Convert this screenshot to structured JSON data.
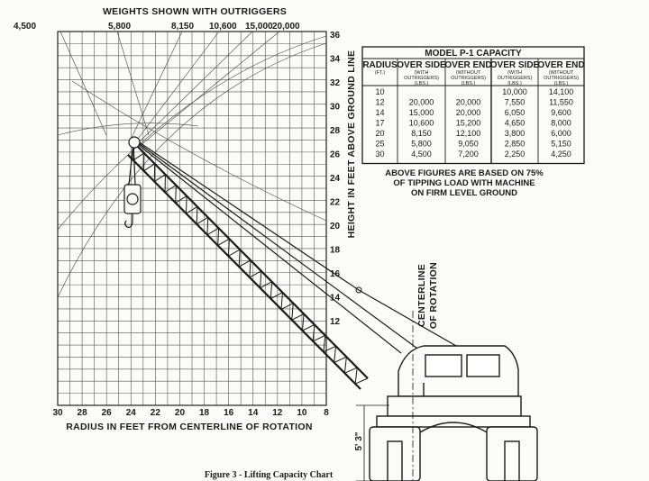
{
  "chart_title": "WEIGHTS SHOWN WITH OUTRIGGERS",
  "top_weights": [
    "4,500",
    "5,800",
    "8,150",
    "10,600",
    "15,000",
    "20,000"
  ],
  "x_ticks": [
    "30",
    "28",
    "26",
    "24",
    "22",
    "20",
    "18",
    "16",
    "14",
    "12",
    "10",
    "8"
  ],
  "y_ticks": [
    "12",
    "14",
    "16",
    "18",
    "20",
    "22",
    "24",
    "26",
    "28",
    "30",
    "32",
    "34",
    "36"
  ],
  "x_axis_label": "RADIUS IN FEET FROM CENTERLINE OF ROTATION",
  "y_axis_label": "HEIGHT IN FEET ABOVE GROUND LINE",
  "centerline_label_1": "CENTERLINE",
  "centerline_label_2": "OF ROTATION",
  "height_dim": "5' 3\"",
  "table": {
    "title": "MODEL P-1 CAPACITY",
    "headers": [
      {
        "main": "RADIUS",
        "sub1": "(FT.)",
        "sub2": "",
        "sub3": ""
      },
      {
        "main": "OVER SIDE",
        "sub1": "(WITH",
        "sub2": "OUTRIGGERS)",
        "sub3": "(LBS.)"
      },
      {
        "main": "OVER END",
        "sub1": "(WITHOUT",
        "sub2": "OUTRIGGERS)",
        "sub3": "(LBS.)"
      },
      {
        "main": "OVER SIDE",
        "sub1": "(WITH",
        "sub2": "OUTRIGGERS)",
        "sub3": "(LBS.)"
      },
      {
        "main": "OVER END",
        "sub1": "(WITHOUT",
        "sub2": "OUTRIGGERS)",
        "sub3": "(LBS.)"
      }
    ],
    "rows": [
      [
        "10",
        "",
        "",
        "10,000",
        "14,100"
      ],
      [
        "12",
        "20,000",
        "20,000",
        "7,550",
        "11,550"
      ],
      [
        "14",
        "15,000",
        "20,000",
        "6,050",
        "9,600"
      ],
      [
        "17",
        "10,600",
        "15,200",
        "4,650",
        "8,000"
      ],
      [
        "20",
        "8,150",
        "12,100",
        "3,800",
        "6,000"
      ],
      [
        "25",
        "5,800",
        "9,050",
        "2,850",
        "5,150"
      ],
      [
        "30",
        "4,500",
        "7,200",
        "2,250",
        "4,250"
      ]
    ]
  },
  "note_lines": [
    "ABOVE FIGURES ARE BASED ON 75%",
    "OF TIPPING LOAD WITH MACHINE",
    "ON FIRM LEVEL GROUND"
  ],
  "caption": "Figure 3 - Lifting Capacity Chart",
  "colors": {
    "ink": "#1a1a1a",
    "grid": "#555555",
    "paper": "#fbfbf9"
  }
}
